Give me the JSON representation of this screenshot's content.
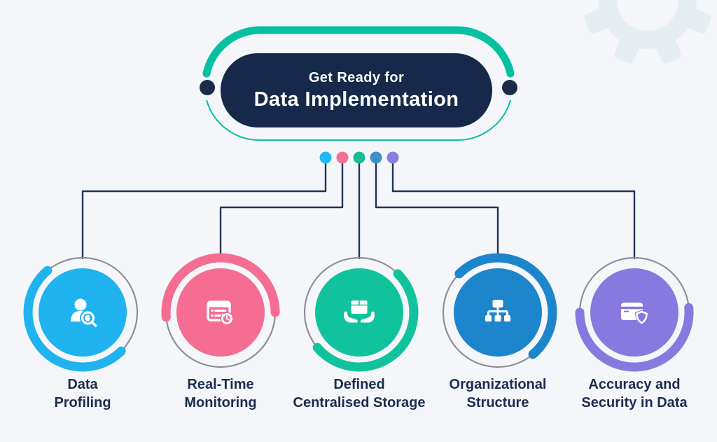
{
  "canvas": {
    "bg": "#f5f6fa"
  },
  "decor": {
    "gear_color": "#e5edf2"
  },
  "header": {
    "subtitle": "Get Ready for",
    "title": "Data Implementation",
    "pill_bg": "#16294a",
    "text_color": "#ffffff",
    "ring_color": "#06c0a2",
    "side_dot_color": "#1b2b4a"
  },
  "connectors": {
    "line_color": "#203457"
  },
  "ring_gray": "#8d9095",
  "label_color": "#1c2b4e",
  "items": [
    {
      "label": [
        "Data",
        "Profiling"
      ],
      "color": "#1fb3f0",
      "dot_color": "#1fb9f5",
      "icon": "user-search-icon"
    },
    {
      "label": [
        "Real-Time",
        "Monitoring"
      ],
      "color": "#f56d92",
      "dot_color": "#f57192",
      "icon": "realtime-monitoring-icon"
    },
    {
      "label": [
        "Defined",
        "Centralised Storage"
      ],
      "color": "#11c39c",
      "dot_color": "#16bd93",
      "icon": "centralised-storage-icon"
    },
    {
      "label": [
        "Organizational",
        "Structure"
      ],
      "color": "#1d85cc",
      "dot_color": "#3f8fc9",
      "icon": "org-structure-icon"
    },
    {
      "label": [
        "Accuracy and",
        "Security in Data"
      ],
      "color": "#8779df",
      "dot_color": "#8b7fdd",
      "icon": "card-shield-icon"
    }
  ]
}
